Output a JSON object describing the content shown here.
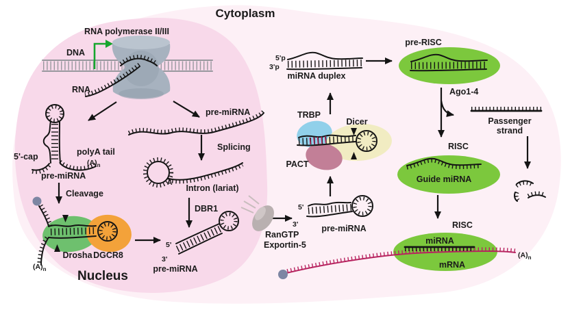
{
  "title": {
    "cytoplasm": "Cytoplasm",
    "nucleus": "Nucleus"
  },
  "transcription": {
    "polymerase": "RNA polymerase II/III",
    "dna": "DNA",
    "rna": "RNA"
  },
  "canonical": {
    "five_cap": "5'-cap",
    "polya_tail": "polyA tail",
    "pri_mirna": "pre-miRNA",
    "cleavage": "Cleavage",
    "drosha": "Drosha",
    "dgcr8": "DGCR8"
  },
  "mirtron": {
    "transcript": "pre-miRNA",
    "splicing": "Splicing",
    "intron": "Intron (lariat)",
    "branch_a": "A",
    "dbr1": "DBR1"
  },
  "export": {
    "five": "5'",
    "three": "3'",
    "pre_mirna": "pre-miRNA",
    "rangtp": "RanGTP",
    "exportin": "Exportin-5"
  },
  "dicing": {
    "trbp": "TRBP",
    "pact": "PACT",
    "dicer": "Dicer",
    "cyto_pre_mirna": "pre-miRNA"
  },
  "duplex": {
    "five_p": "5'p",
    "three_p": "3'p",
    "label": "miRNA duplex"
  },
  "risc_assembly": {
    "pre_risc": "pre-RISC",
    "ago": "Ago1-4",
    "passenger_line1": "Passenger",
    "passenger_line2": "strand",
    "risc": "RISC",
    "guide": "Guide miRNA"
  },
  "silencing": {
    "risc": "RISC",
    "mirna": "miRNA",
    "mrna": "mRNA"
  },
  "poly_a": {
    "base": "(A)",
    "sub": "n"
  },
  "colors": {
    "nucleus_fill": "#f8d9ea",
    "cytoplasm_fill": "#fdf0f6",
    "risc_green": "#7cc83d",
    "drosha_green": "#6ec06e",
    "dgcr8_orange": "#f3a23a",
    "trbp_blue": "#91d0ea",
    "pact_rose": "#c27f97",
    "pact_rungs": "#c2265e",
    "dicer_yellow": "#f1ecc2",
    "mrna_magenta": "#b7235f",
    "polymerase_gray": "#a7b2bf",
    "polymerase_light": "#bac4cf",
    "polymerase_dark": "#93a0ae",
    "dna_gray": "#98989e",
    "cap_gray": "#7d86a3",
    "exportin_gray": "#b9b0b0",
    "promoter_green": "#17a62e",
    "ink": "#141414"
  }
}
